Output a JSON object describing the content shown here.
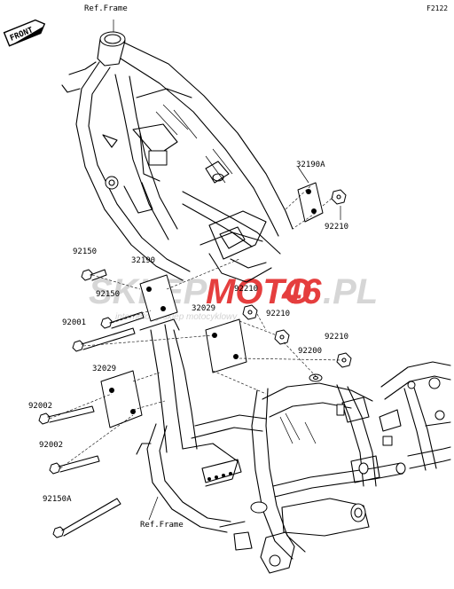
{
  "diagram": {
    "figure_code": "F2122",
    "front_badge": "FRONT",
    "ref_frame_top": "Ref.Frame",
    "ref_frame_bottom": "Ref.Frame",
    "part_labels": {
      "p32190a": "32190A",
      "p92210_a": "92210",
      "p92150_a": "92150",
      "p32190": "32190",
      "p92210_b": "92210",
      "p92150_b": "92150",
      "p32029_a": "32029",
      "p92210_c": "92210",
      "p92001": "92001",
      "p92210_d": "92210",
      "p92200": "92200",
      "p32029_b": "32029",
      "p92002_a": "92002",
      "p92002_b": "92002",
      "p92150a": "92150A"
    },
    "watermark": {
      "part1": "SKLEP",
      "part2": "MOTO",
      "part3": "46",
      "part4": ".PL",
      "subtitle": "internetowy sklep motocyklowy",
      "colors": {
        "grey": "#c8c8c8",
        "red": "#e11d1d"
      }
    }
  }
}
